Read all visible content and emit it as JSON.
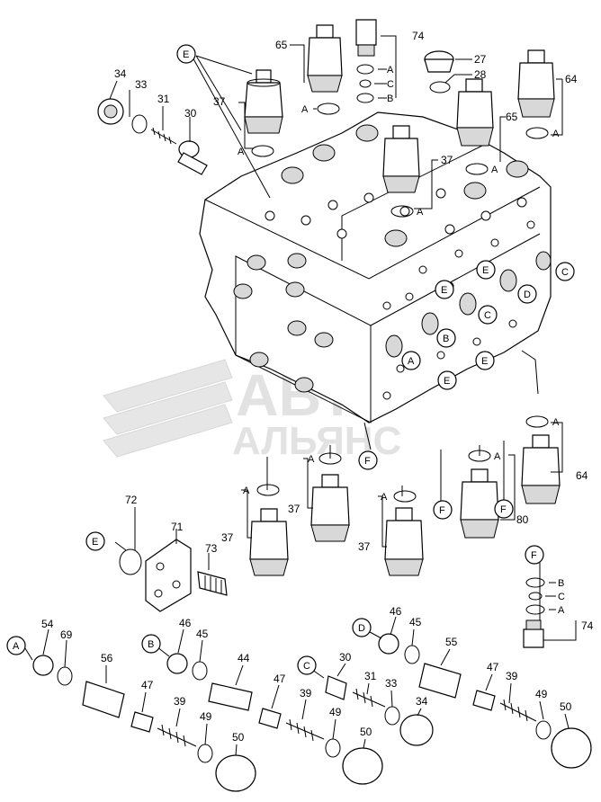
{
  "watermark": {
    "line1": "АВТО",
    "line2": "АЛЬЯНС"
  },
  "callouts": {
    "c34a": "34",
    "c33a": "33",
    "c31a": "31",
    "c30a": "30",
    "c37a": "37",
    "c65a": "65",
    "c74a": "74",
    "c27": "27",
    "c28": "28",
    "c65b": "65",
    "c64a": "64",
    "c37b": "37",
    "c64b": "64",
    "c80": "80",
    "c37c": "37",
    "c37d": "37",
    "c37e": "37",
    "c72": "72",
    "c71": "71",
    "c73": "73",
    "c74b": "74",
    "c54": "54",
    "c69": "69",
    "c56": "56",
    "c47a": "47",
    "c39a": "39",
    "c49a": "49",
    "c50a": "50",
    "c46a": "46",
    "c45a": "45",
    "c44": "44",
    "c47b": "47",
    "c39b": "39",
    "c49b": "49",
    "c50b": "50",
    "c30b": "30",
    "c31b": "31",
    "c33b": "33",
    "c34b": "34",
    "c46b": "46",
    "c45b": "45",
    "c55": "55",
    "c47c": "47",
    "c39c": "39",
    "c49c": "49",
    "c50c": "50"
  },
  "letters": {
    "eTop": "E",
    "eMid": "E",
    "e1": "E",
    "e2": "E",
    "e3": "E",
    "e4": "E",
    "cRight": "C",
    "dRight": "D",
    "cMid": "C",
    "bMid": "B",
    "aMid": "A",
    "fMid": "F",
    "fLow1": "F",
    "fLow2": "F",
    "fRight": "F",
    "a1": "A",
    "a2": "A",
    "a3": "A",
    "a4": "A",
    "a5": "A",
    "a6": "A",
    "a7": "A",
    "a8": "A",
    "a9": "A",
    "a10": "A",
    "a11": "A",
    "cTop": "C",
    "bTop": "B",
    "cF": "C",
    "bF": "B",
    "aF": "A",
    "aBot": "A",
    "bBot": "B",
    "cBot": "C",
    "dBot": "D"
  }
}
